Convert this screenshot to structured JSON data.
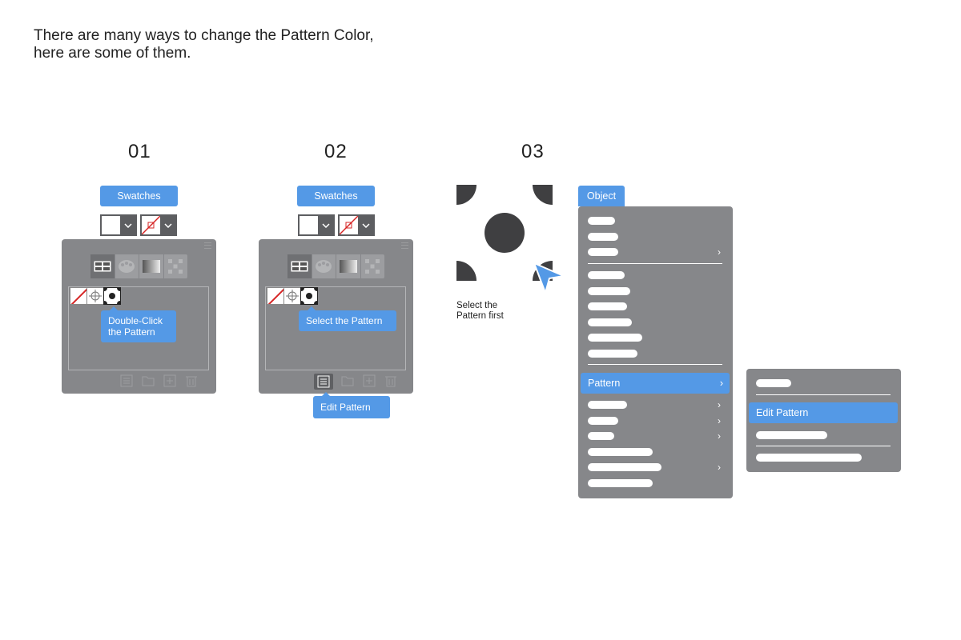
{
  "intro": {
    "line1": "There are many ways to change the Pattern Color,",
    "line2": "here are some of them."
  },
  "steps": {
    "s1": "01",
    "s2": "02",
    "s3": "03"
  },
  "step1": {
    "swatches_label": "Swatches",
    "callout_line1": "Double-Click",
    "callout_line2": "the Pattern"
  },
  "step2": {
    "swatches_label": "Swatches",
    "callout": "Select the Pattern",
    "edit_button": "Edit Pattern"
  },
  "step3": {
    "note_line1": "Select the",
    "note_line2": "Pattern first",
    "object_menu": "Object",
    "pattern_item": "Pattern",
    "submenu_edit": "Edit Pattern"
  },
  "colors": {
    "accent": "#5499e6",
    "panel": "#86878a",
    "dark": "#3f3f41"
  },
  "icons": [
    "swatch-grid-icon",
    "palette-icon",
    "gradient-icon",
    "pattern-icon",
    "list-icon",
    "folder-icon",
    "new-swatch-icon",
    "trash-icon",
    "cursor-arrow-icon",
    "chevron-right-icon",
    "chevron-down-icon"
  ]
}
